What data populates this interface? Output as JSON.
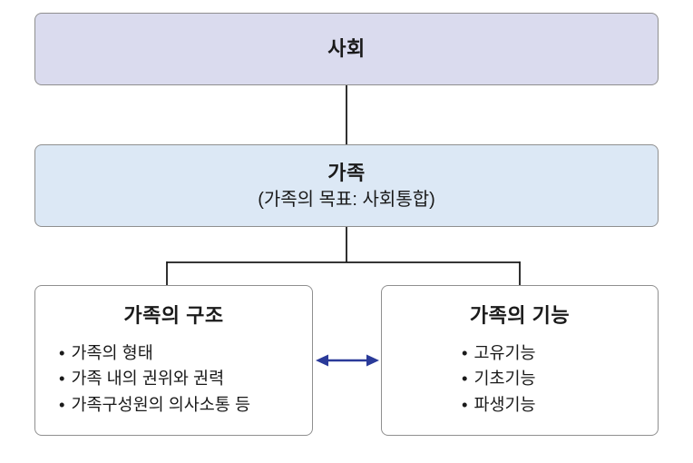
{
  "diagram": {
    "top_box": {
      "title": "사회"
    },
    "family_box": {
      "title": "가족",
      "subtitle": "(가족의 목표: 사회통합)"
    },
    "left_box": {
      "title": "가족의 구조",
      "items": [
        "가족의 형태",
        "가족 내의 권위와 권력",
        "가족구성원의 의사소통 등"
      ]
    },
    "right_box": {
      "title": "가족의 기능",
      "items": [
        "고유기능",
        "기초기능",
        "파생기능"
      ]
    },
    "colors": {
      "top_box_fill": "#dadbee",
      "family_box_fill": "#dce8f5",
      "box_border": "#8f8f8f",
      "connector_line": "#1a1a1a",
      "arrow": "#2a3a99"
    }
  }
}
